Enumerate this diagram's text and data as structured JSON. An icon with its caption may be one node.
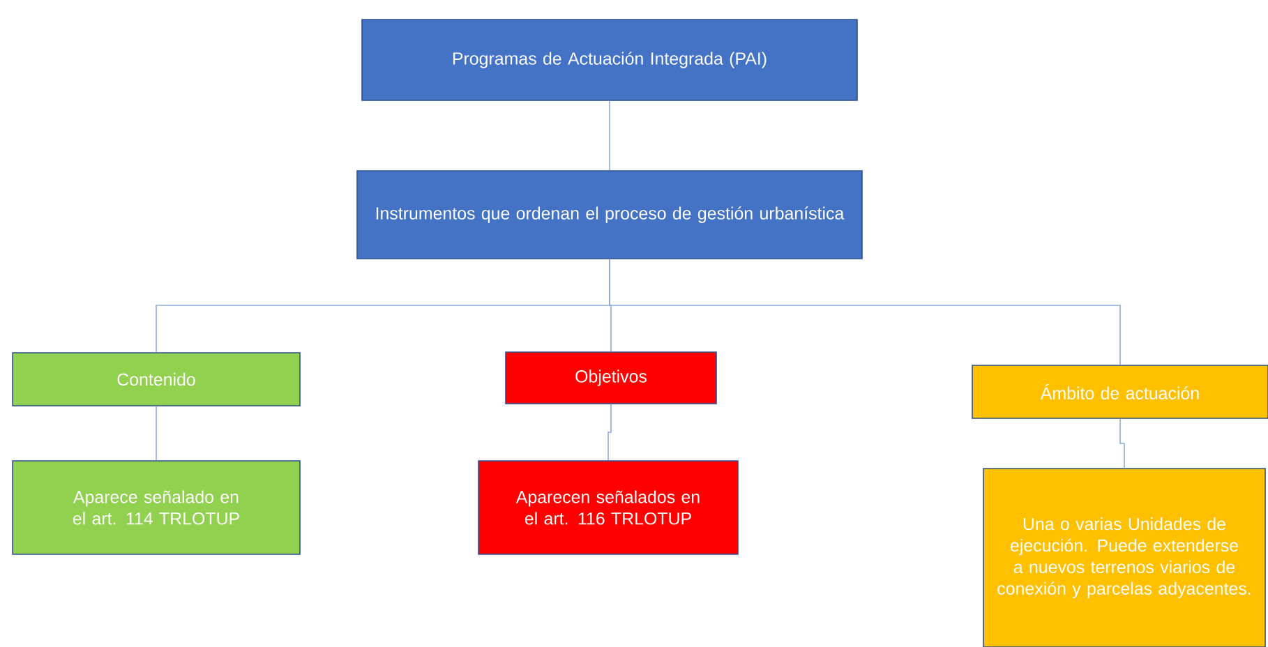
{
  "diagram": {
    "nodes": [
      {
        "text": [
          "Programas de Actuación Integrada (PAI)"
        ]
      },
      {
        "text": [
          "Instrumentos que ordenan el proceso de gestión urbanística"
        ]
      },
      {
        "text": [
          "Contenido"
        ]
      },
      {
        "text": [
          "Objetivos"
        ]
      },
      {
        "text": [
          "Ámbito de actuación"
        ]
      },
      {
        "text": [
          "Aparece señalado en el art. 114 TRLOTUP"
        ]
      },
      {
        "text": [
          "Aparecen señalados en el art. 116 TRLOTUP"
        ]
      },
      {
        "text": [
          "Una o varias Unidades de ejecución. Puede extenderse a nuevos terrenos viarios de conexión y parcelas adyacentes."
        ]
      }
    ],
    "edges": [
      {
        "from": 0,
        "to": 1,
        "arrow": "none"
      },
      {
        "from": 1,
        "to": 2,
        "arrow": "none"
      },
      {
        "from": 1,
        "to": 3,
        "arrow": "none"
      },
      {
        "from": 1,
        "to": 4,
        "arrow": "none"
      },
      {
        "from": 2,
        "to": 5,
        "arrow": "none"
      },
      {
        "from": 3,
        "to": 6,
        "arrow": "none"
      },
      {
        "from": 4,
        "to": 7,
        "arrow": "none"
      }
    ]
  }
}
